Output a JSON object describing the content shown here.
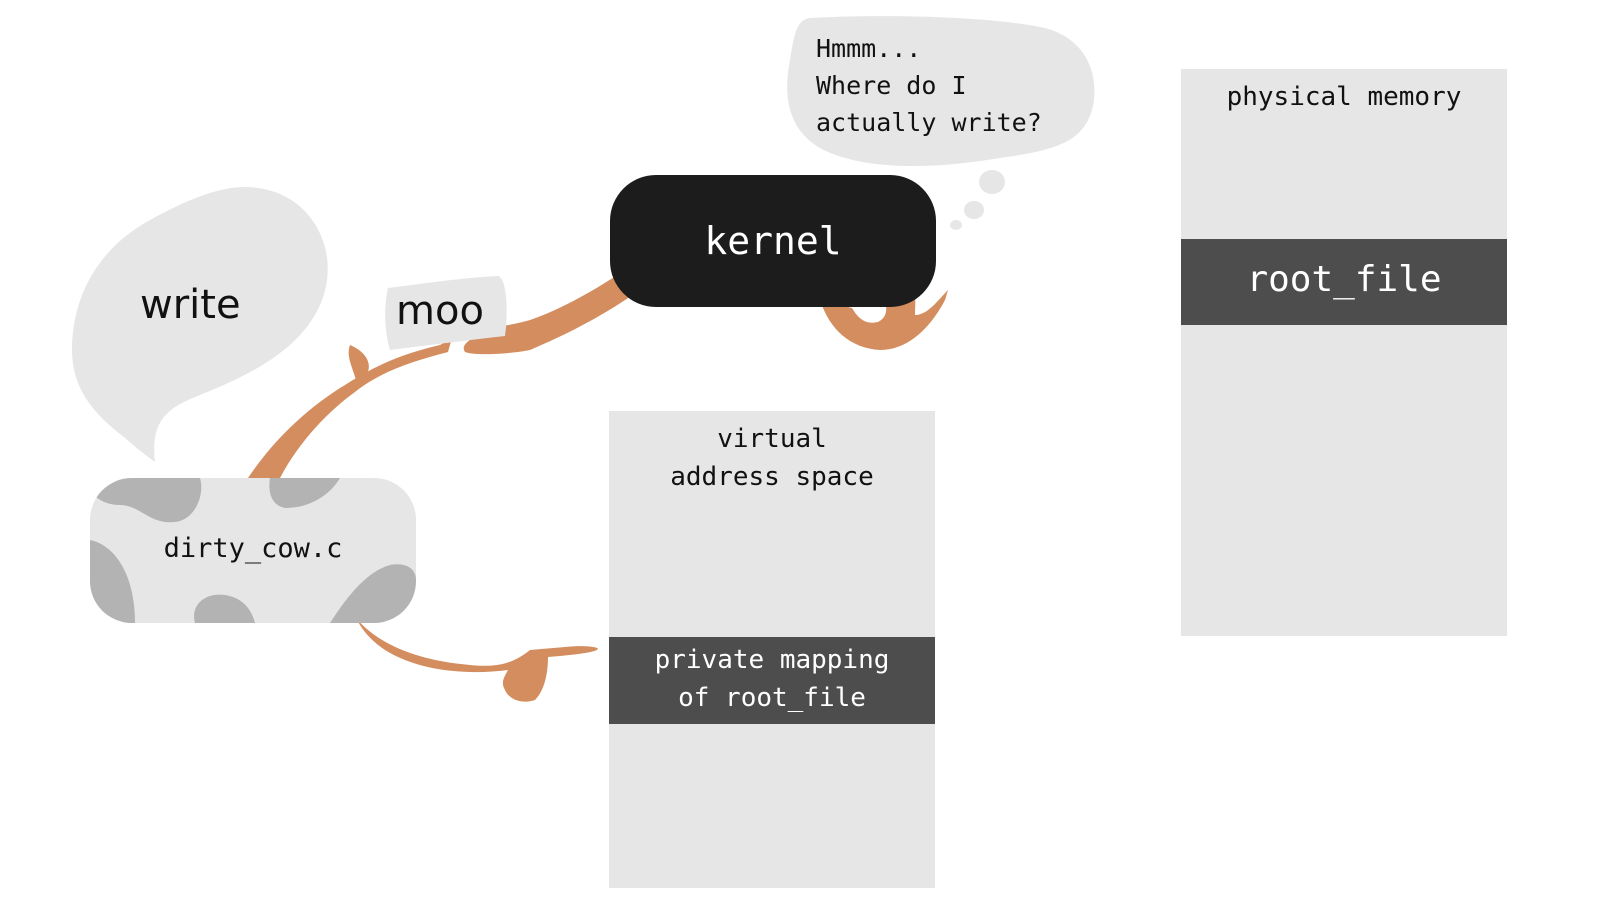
{
  "program": {
    "name": "dirty_cow.c",
    "speech": "write",
    "note": "moo"
  },
  "kernel": {
    "label": "kernel",
    "thought": "Hmmm...\nWhere do I\nactually write?"
  },
  "virtual_memory": {
    "title": "virtual\naddress space",
    "mapping_label": "private mapping\nof root_file"
  },
  "physical_memory": {
    "title": "physical memory",
    "file_label": "root_file"
  },
  "colors": {
    "light_gray": "#e6e6e6",
    "dark_block": "#4d4d4d",
    "kernel_black": "#1c1c1c",
    "hand_orange": "#d48d5f",
    "cow_spot": "#b3b3b3"
  }
}
